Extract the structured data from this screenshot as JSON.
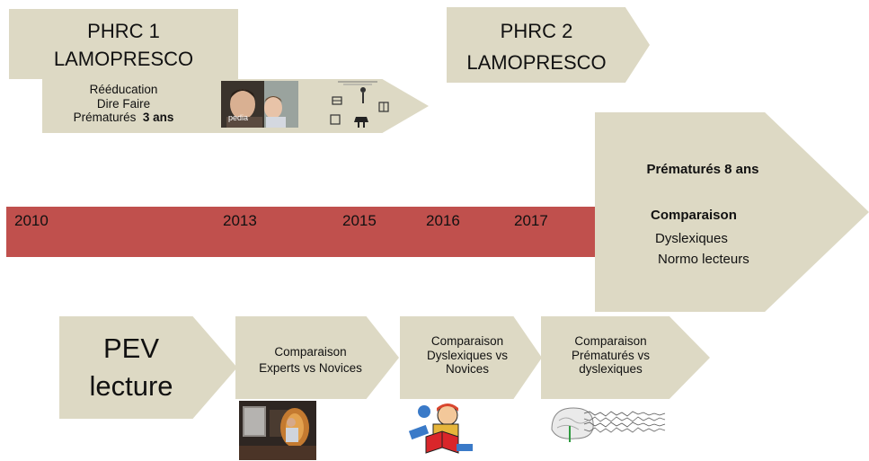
{
  "phrc1": {
    "title_line1": "PHRC 1",
    "title_line2": "LAMOPRESCO"
  },
  "phrc1_detail": {
    "line1": "Rééducation",
    "line2": "Dire Faire",
    "line3_a": "Prématurés",
    "line3_b": "3 ans"
  },
  "phrc1_video_caption": "pedia",
  "phrc2": {
    "title_line1": "PHRC 2",
    "title_line2": "LAMOPRESCO"
  },
  "timeline": {
    "color": "#c0504d",
    "years": [
      "2010",
      "2013",
      "2015",
      "2016",
      "2017"
    ]
  },
  "big_arrow": {
    "title": "Prématurés 8 ans",
    "heading": "Comparaison",
    "item1": "Dyslexiques",
    "item2": "Normo lecteurs"
  },
  "pev": {
    "line1": "PEV",
    "line2": "lecture"
  },
  "comp1": {
    "line1": "Comparaison",
    "line2": "Experts vs Novices"
  },
  "comp2": {
    "line1": "Comparaison",
    "line2": "Dyslexiques  vs",
    "line3": "Novices"
  },
  "comp3": {
    "line1": "Comparaison",
    "line2": "Prématurés  vs",
    "line3": "dyslexiques"
  },
  "colors": {
    "shape_fill": "#ddd9c4",
    "timeline": "#c0504d"
  }
}
